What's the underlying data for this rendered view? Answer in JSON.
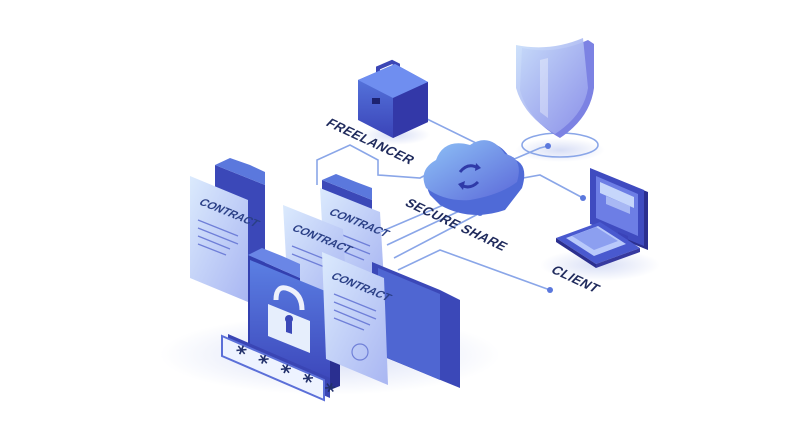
{
  "labels": {
    "freelancer": "FREELANCER",
    "secure_share": "SECURE SHARE",
    "client": "CLIENT"
  },
  "documents": [
    {
      "title": "CONTRACT"
    },
    {
      "title": "CONTRACT"
    },
    {
      "title": "CONTRACT"
    },
    {
      "title": "CONTRACT"
    }
  ],
  "password": {
    "mask": "* * * * *"
  },
  "icons": {
    "briefcase": "briefcase-icon",
    "shield": "shield-icon",
    "cloud": "cloud-sync-icon",
    "laptop": "laptop-icon",
    "monitor": "monitor-icon",
    "padlock": "padlock-icon",
    "folder": "folder-icon",
    "document": "document-icon"
  },
  "colors": {
    "primary": "#4a67d6",
    "secondary": "#7b7ee8",
    "light": "#9fc7f5",
    "dark": "#1f2a5c",
    "line": "#8aa6e8"
  }
}
